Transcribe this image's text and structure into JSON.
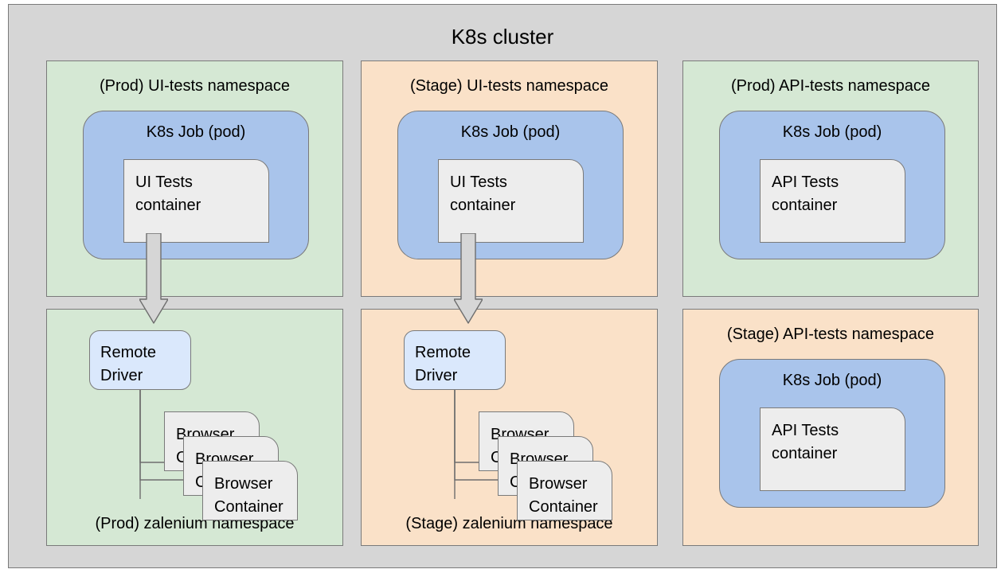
{
  "diagram": {
    "title": "K8s cluster",
    "colors": {
      "cluster_bg": "#d6d6d6",
      "namespace_prod": "#d5e8d4",
      "namespace_stage": "#ffe6cc",
      "pod": "#a9c4eb",
      "container": "#ededed",
      "driver": "#dae8fc",
      "stroke": "#7a7a7a"
    },
    "namespaces": [
      {
        "id": "prod-ui-tests",
        "label": "(Prod) UI-tests namespace",
        "label_position": "top",
        "theme": "green",
        "pod": {
          "label": "K8s Job (pod)",
          "container": "UI Tests\ncontainer"
        }
      },
      {
        "id": "stage-ui-tests",
        "label": "(Stage) UI-tests namespace",
        "label_position": "top",
        "theme": "orange",
        "pod": {
          "label": "K8s Job (pod)",
          "container": "UI Tests\ncontainer"
        }
      },
      {
        "id": "prod-api-tests",
        "label": "(Prod) API-tests namespace",
        "label_position": "top",
        "theme": "green",
        "pod": {
          "label": "K8s Job (pod)",
          "container": "API Tests\ncontainer"
        }
      },
      {
        "id": "prod-zalenium",
        "label": "(Prod) zalenium namespace",
        "label_position": "bottom",
        "theme": "green",
        "driver": "Remote\nDriver",
        "browsers": [
          "Browser\nContainer",
          "Browser\nContainer",
          "Browser\nContainer"
        ]
      },
      {
        "id": "stage-zalenium",
        "label": "(Stage) zalenium namespace",
        "label_position": "bottom",
        "theme": "orange",
        "driver": "Remote\nDriver",
        "browsers": [
          "Browser\nContainer",
          "Browser\nContainer",
          "Browser\nContainer"
        ]
      },
      {
        "id": "stage-api-tests",
        "label": "(Stage) API-tests namespace",
        "label_position": "top",
        "theme": "orange",
        "pod": {
          "label": "K8s Job (pod)",
          "container": "API Tests\ncontainer"
        }
      }
    ]
  }
}
